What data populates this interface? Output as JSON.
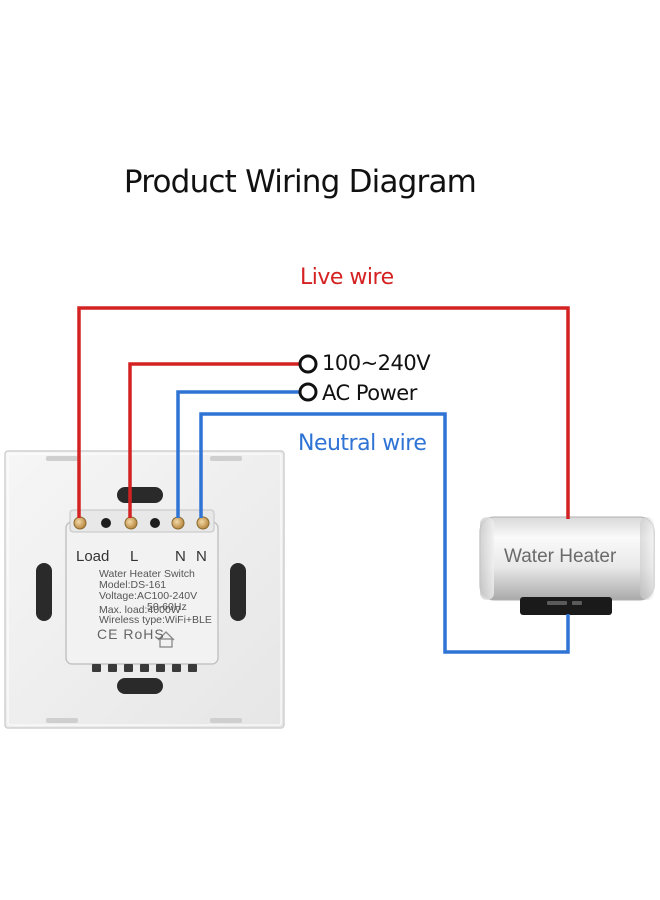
{
  "title": "Product Wiring Diagram",
  "wires": {
    "live_label": "Live wire",
    "neutral_label": "Neutral wire",
    "live_color": "#d42222",
    "neutral_color": "#2f74d4"
  },
  "power_source": {
    "line1": "100~240V",
    "line2": "AC Power"
  },
  "switch": {
    "terminals": {
      "load": "Load",
      "live": "L",
      "neutral_1": "N",
      "neutral_2": "N"
    },
    "specs": {
      "name": "Water Heater Switch",
      "model": "Model:DS-161",
      "voltage": "Voltage:AC100-240V",
      "frequency": "50-60Hz",
      "max_load": "Max. load:4000W",
      "wireless": "Wireless type:WiFi+BLE"
    },
    "certifications": "CE RoHS"
  },
  "heater": {
    "label": "Water Heater"
  }
}
